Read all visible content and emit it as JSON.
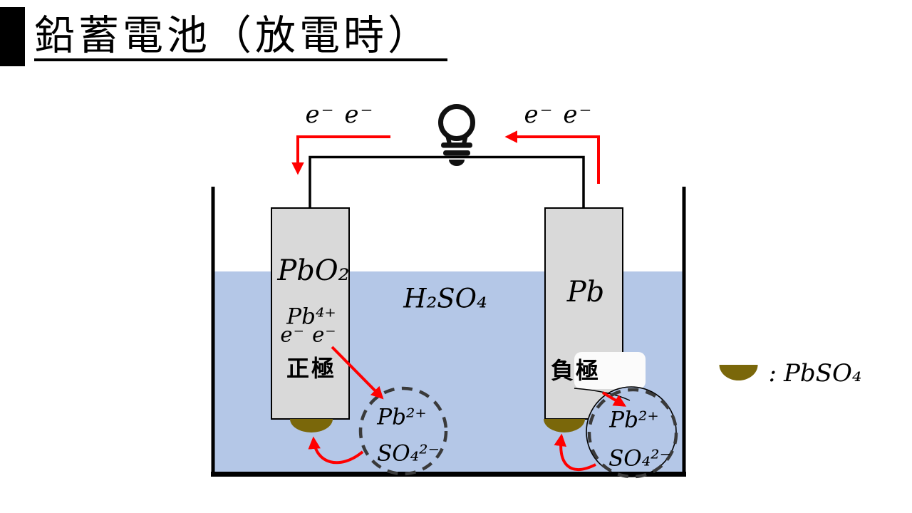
{
  "title": "鉛蓄電池（放電時）",
  "circuit": {
    "electron_flow_left": "e⁻ e⁻",
    "electron_flow_right": "e⁻ e⁻"
  },
  "solution": {
    "formula": "H₂SO₄"
  },
  "positive_electrode": {
    "material": "PbO₂",
    "ion": "Pb⁴⁺",
    "electrons": "e⁻ e⁻",
    "label": "正極"
  },
  "negative_electrode": {
    "material": "Pb",
    "label": "負極"
  },
  "ion_bubble_left": {
    "cation": "Pb²⁺",
    "anion": "SO₄²⁻"
  },
  "ion_bubble_right": {
    "cation": "Pb²⁺",
    "anion": "SO₄²⁻"
  },
  "legend": {
    "colon": ":",
    "formula": "PbSO₄"
  },
  "colors": {
    "electrolyte": "#b4c7e7",
    "electrode": "#d9d9d9",
    "deposit": "#7a670a",
    "arrow": "#ff0000",
    "dashed_circle": "#3a3a3a",
    "outline": "#000000"
  }
}
